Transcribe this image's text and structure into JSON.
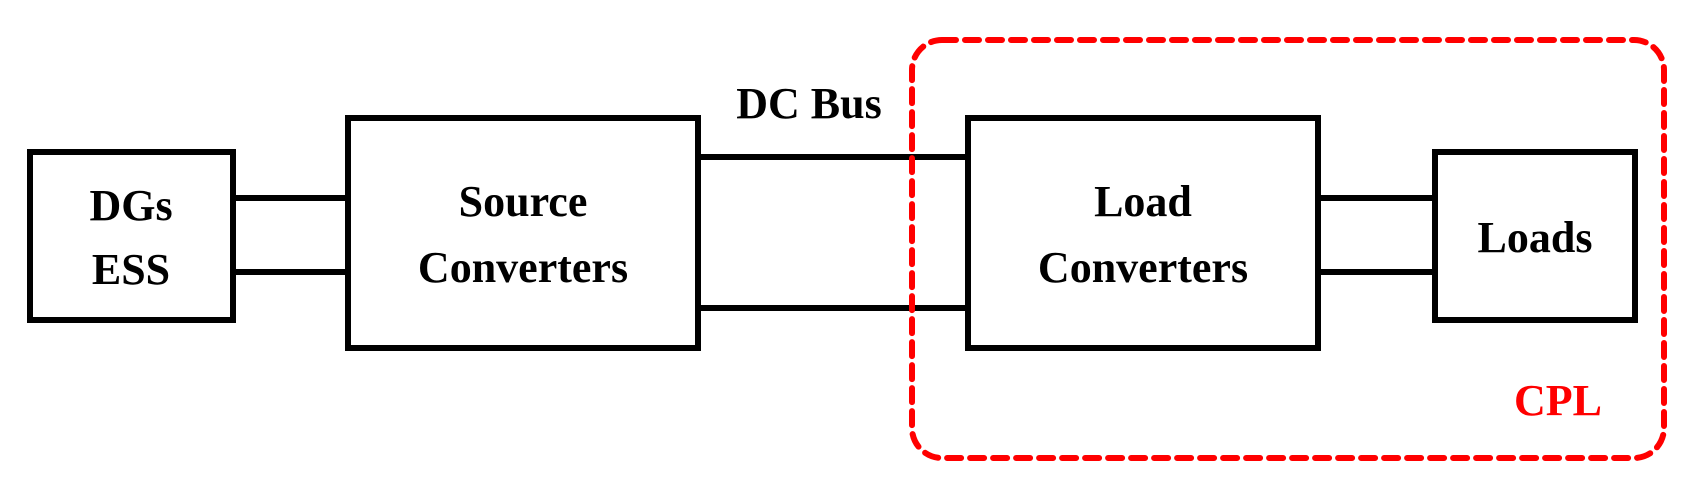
{
  "blocks": {
    "dgs_ess": {
      "line1": "DGs",
      "line2": "ESS"
    },
    "source_converters": {
      "line1": "Source",
      "line2": "Converters"
    },
    "load_converters": {
      "line1": "Load",
      "line2": "Converters"
    },
    "loads": {
      "label": "Loads"
    }
  },
  "bus": {
    "label": "DC Bus"
  },
  "cpl": {
    "label": "CPL",
    "color": "#ff0000"
  },
  "colors": {
    "line": "#000000",
    "background": "#ffffff"
  }
}
